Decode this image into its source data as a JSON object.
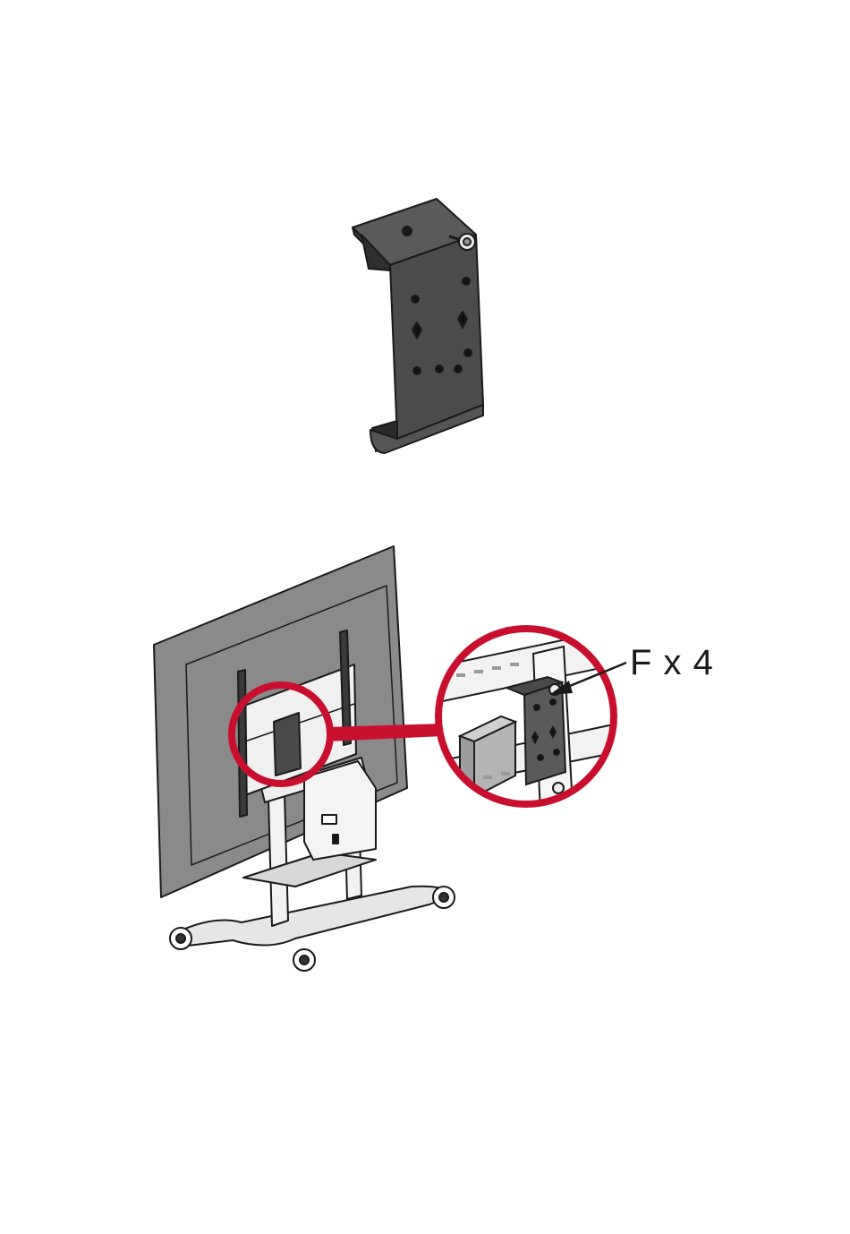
{
  "callout": {
    "label": "F x 4"
  },
  "colors": {
    "highlight": "#c8102e",
    "bracket": "#4a4a4a",
    "panel": "#8a8a8a",
    "outline": "#1a1a1a"
  },
  "icons": [
    "mounting-bracket",
    "display-on-mobile-stand",
    "magnified-detail-circle",
    "callout-arrow"
  ]
}
